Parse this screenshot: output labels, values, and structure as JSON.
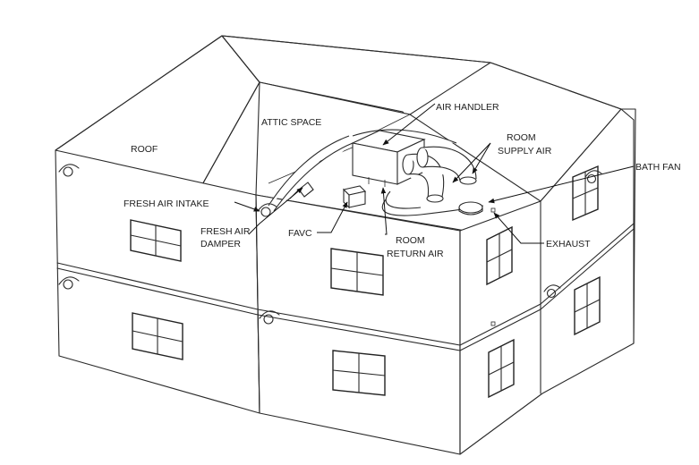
{
  "labels": {
    "roof": "ROOF",
    "attic_space": "ATTIC SPACE",
    "air_handler": "AIR HANDLER",
    "room_supply_air_1": "ROOM",
    "room_supply_air_2": "SUPPLY AIR",
    "bath_fan": "BATH FAN",
    "fresh_air_intake": "FRESH AIR INTAKE",
    "fresh_air_damper_1": "FRESH AIR",
    "fresh_air_damper_2": "DAMPER",
    "favc": "FAVC",
    "room_return_air_1": "ROOM",
    "room_return_air_2": "RETURN AIR",
    "exhaust": "EXHAUST"
  }
}
